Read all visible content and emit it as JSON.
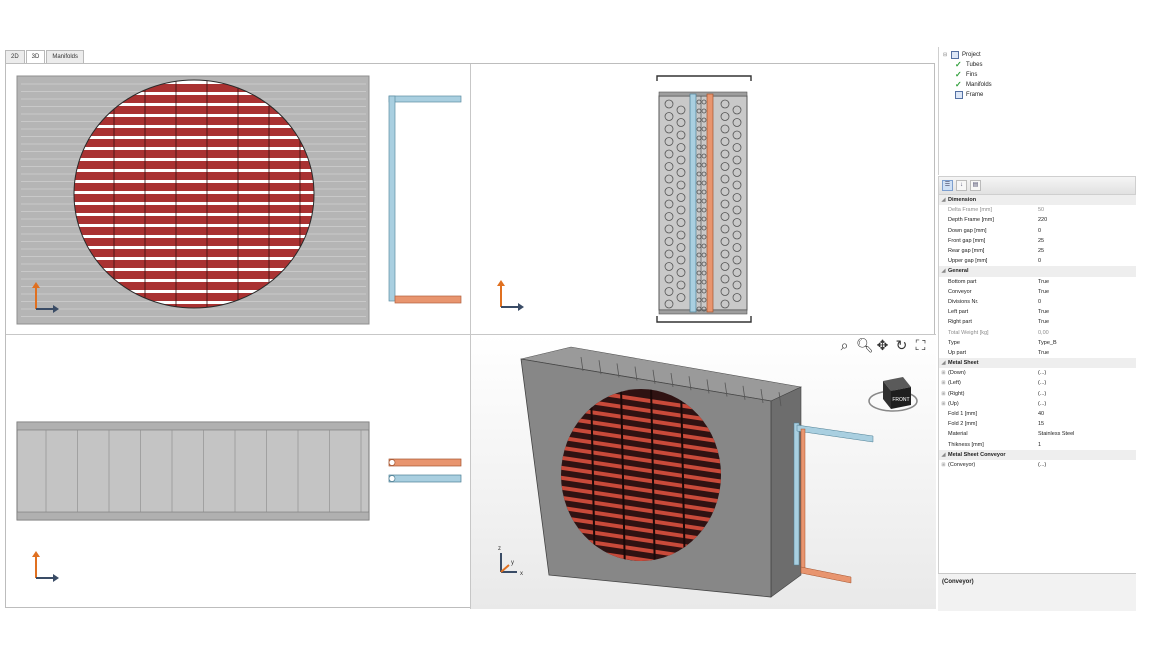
{
  "tabs": [
    {
      "label": "2D",
      "active": false
    },
    {
      "label": "3D",
      "active": true
    },
    {
      "label": "Manifolds",
      "active": false
    }
  ],
  "views": {
    "top_left": "front-view",
    "top_right": "side-view",
    "bottom_left": "top-view",
    "bottom_right": "3d-view",
    "toolbar_icons": [
      "zoom-window-icon",
      "zoom-icon",
      "pan-icon",
      "rotate-icon",
      "fit-all-icon"
    ],
    "view_cube_label": "FRONT",
    "axis_labels": {
      "z": "z",
      "y": "y",
      "x": "x"
    }
  },
  "colors": {
    "tube_red": "#a93232",
    "pipe_blue": "#a9cfe0",
    "pipe_orange": "#e8956f",
    "frame_grey": "#b4b4b4",
    "body_grey": "#7b7b7b"
  },
  "tree": {
    "root": "Project",
    "children": [
      "Tubes",
      "Fins",
      "Manifolds",
      "Frame"
    ]
  },
  "property_toolbar": [
    "categorized-icon",
    "alphabetical-icon",
    "property-pages-icon"
  ],
  "properties": [
    {
      "category": "Dimension",
      "rows": [
        {
          "name": "Delta Frame [mm]",
          "value": "50",
          "dim": true
        },
        {
          "name": "Depth Frame [mm]",
          "value": "220"
        },
        {
          "name": "Down gap [mm]",
          "value": "0"
        },
        {
          "name": "Front gap [mm]",
          "value": "25"
        },
        {
          "name": "Rear gap [mm]",
          "value": "25"
        },
        {
          "name": "Upper gap [mm]",
          "value": "0"
        }
      ]
    },
    {
      "category": "General",
      "rows": [
        {
          "name": "Bottom part",
          "value": "True"
        },
        {
          "name": "Conveyor",
          "value": "True"
        },
        {
          "name": "Divisions Nr.",
          "value": "0"
        },
        {
          "name": "Left part",
          "value": "True"
        },
        {
          "name": "Right part",
          "value": "True"
        },
        {
          "name": "Total Weight [kg]",
          "value": "0,00",
          "dim": true
        },
        {
          "name": "Type",
          "value": "Type_B"
        },
        {
          "name": "Up part",
          "value": "True"
        }
      ]
    },
    {
      "category": "Metal Sheet",
      "rows": [
        {
          "name": "(Down)",
          "value": "(...)",
          "expandable": true
        },
        {
          "name": "(Left)",
          "value": "(...)",
          "expandable": true
        },
        {
          "name": "(Right)",
          "value": "(...)",
          "expandable": true
        },
        {
          "name": "(Up)",
          "value": "(...)",
          "expandable": true
        },
        {
          "name": "Fold 1 [mm]",
          "value": "40"
        },
        {
          "name": "Fold 2 [mm]",
          "value": "15"
        },
        {
          "name": "Material",
          "value": "Stainless Steel"
        },
        {
          "name": "Thikness [mm]",
          "value": "1"
        }
      ]
    },
    {
      "category": "Metal Sheet Conveyor",
      "rows": [
        {
          "name": "(Conveyor)",
          "value": "(...)",
          "expandable": true
        }
      ]
    }
  ],
  "description": "(Conveyor)"
}
